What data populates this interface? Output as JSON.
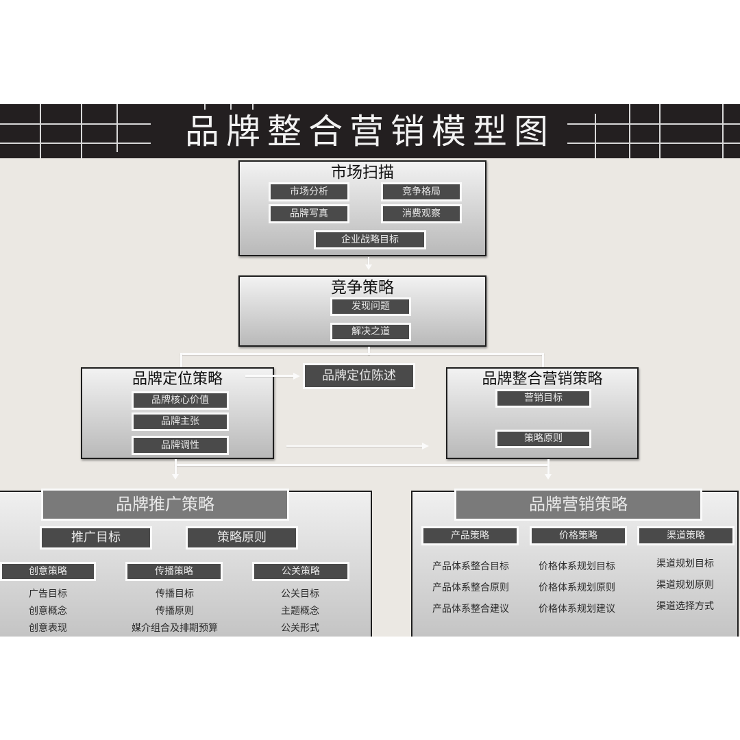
{
  "title": "品牌整合营销模型图",
  "market_scan": {
    "title": "市场扫描",
    "items": [
      "市场分析",
      "竞争格局",
      "品牌写真",
      "消费观察",
      "企业战略目标"
    ]
  },
  "competition": {
    "title": "竞争策略",
    "items": [
      "发现问题",
      "解决之道"
    ]
  },
  "positioning": {
    "title": "品牌定位策略",
    "items": [
      "品牌核心价值",
      "品牌主张",
      "品牌调性"
    ],
    "statement": "品牌定位陈述"
  },
  "imc": {
    "title": "品牌整合营销策略",
    "items": [
      "营销目标",
      "策略原则"
    ]
  },
  "promotion": {
    "title": "品牌推广策略",
    "sub": [
      "推广目标",
      "策略原则"
    ],
    "columns": [
      {
        "header": "创意策略",
        "items": [
          "广告目标",
          "创意概念",
          "创意表现"
        ]
      },
      {
        "header": "传播策略",
        "items": [
          "传播目标",
          "传播原则",
          "媒介组合及排期预算"
        ]
      },
      {
        "header": "公关策略",
        "items": [
          "公关目标",
          "主题概念",
          "公关形式"
        ]
      }
    ]
  },
  "marketing": {
    "title": "品牌营销策略",
    "columns": [
      {
        "header": "产品策略",
        "items": [
          "产品体系整合目标",
          "产品体系整合原则",
          "产品体系整合建议"
        ]
      },
      {
        "header": "价格策略",
        "items": [
          "价格体系规划目标",
          "价格体系规划原则",
          "价格体系规划建议"
        ]
      },
      {
        "header": "渠道策略",
        "items": [
          "渠道规划目标",
          "渠道规划原则",
          "渠道选择方式"
        ]
      }
    ]
  },
  "colors": {
    "banner": "#231f20",
    "background": "#ebe8e3",
    "tag": "#4a4a4a",
    "tag_big": "#7a7a7a"
  }
}
